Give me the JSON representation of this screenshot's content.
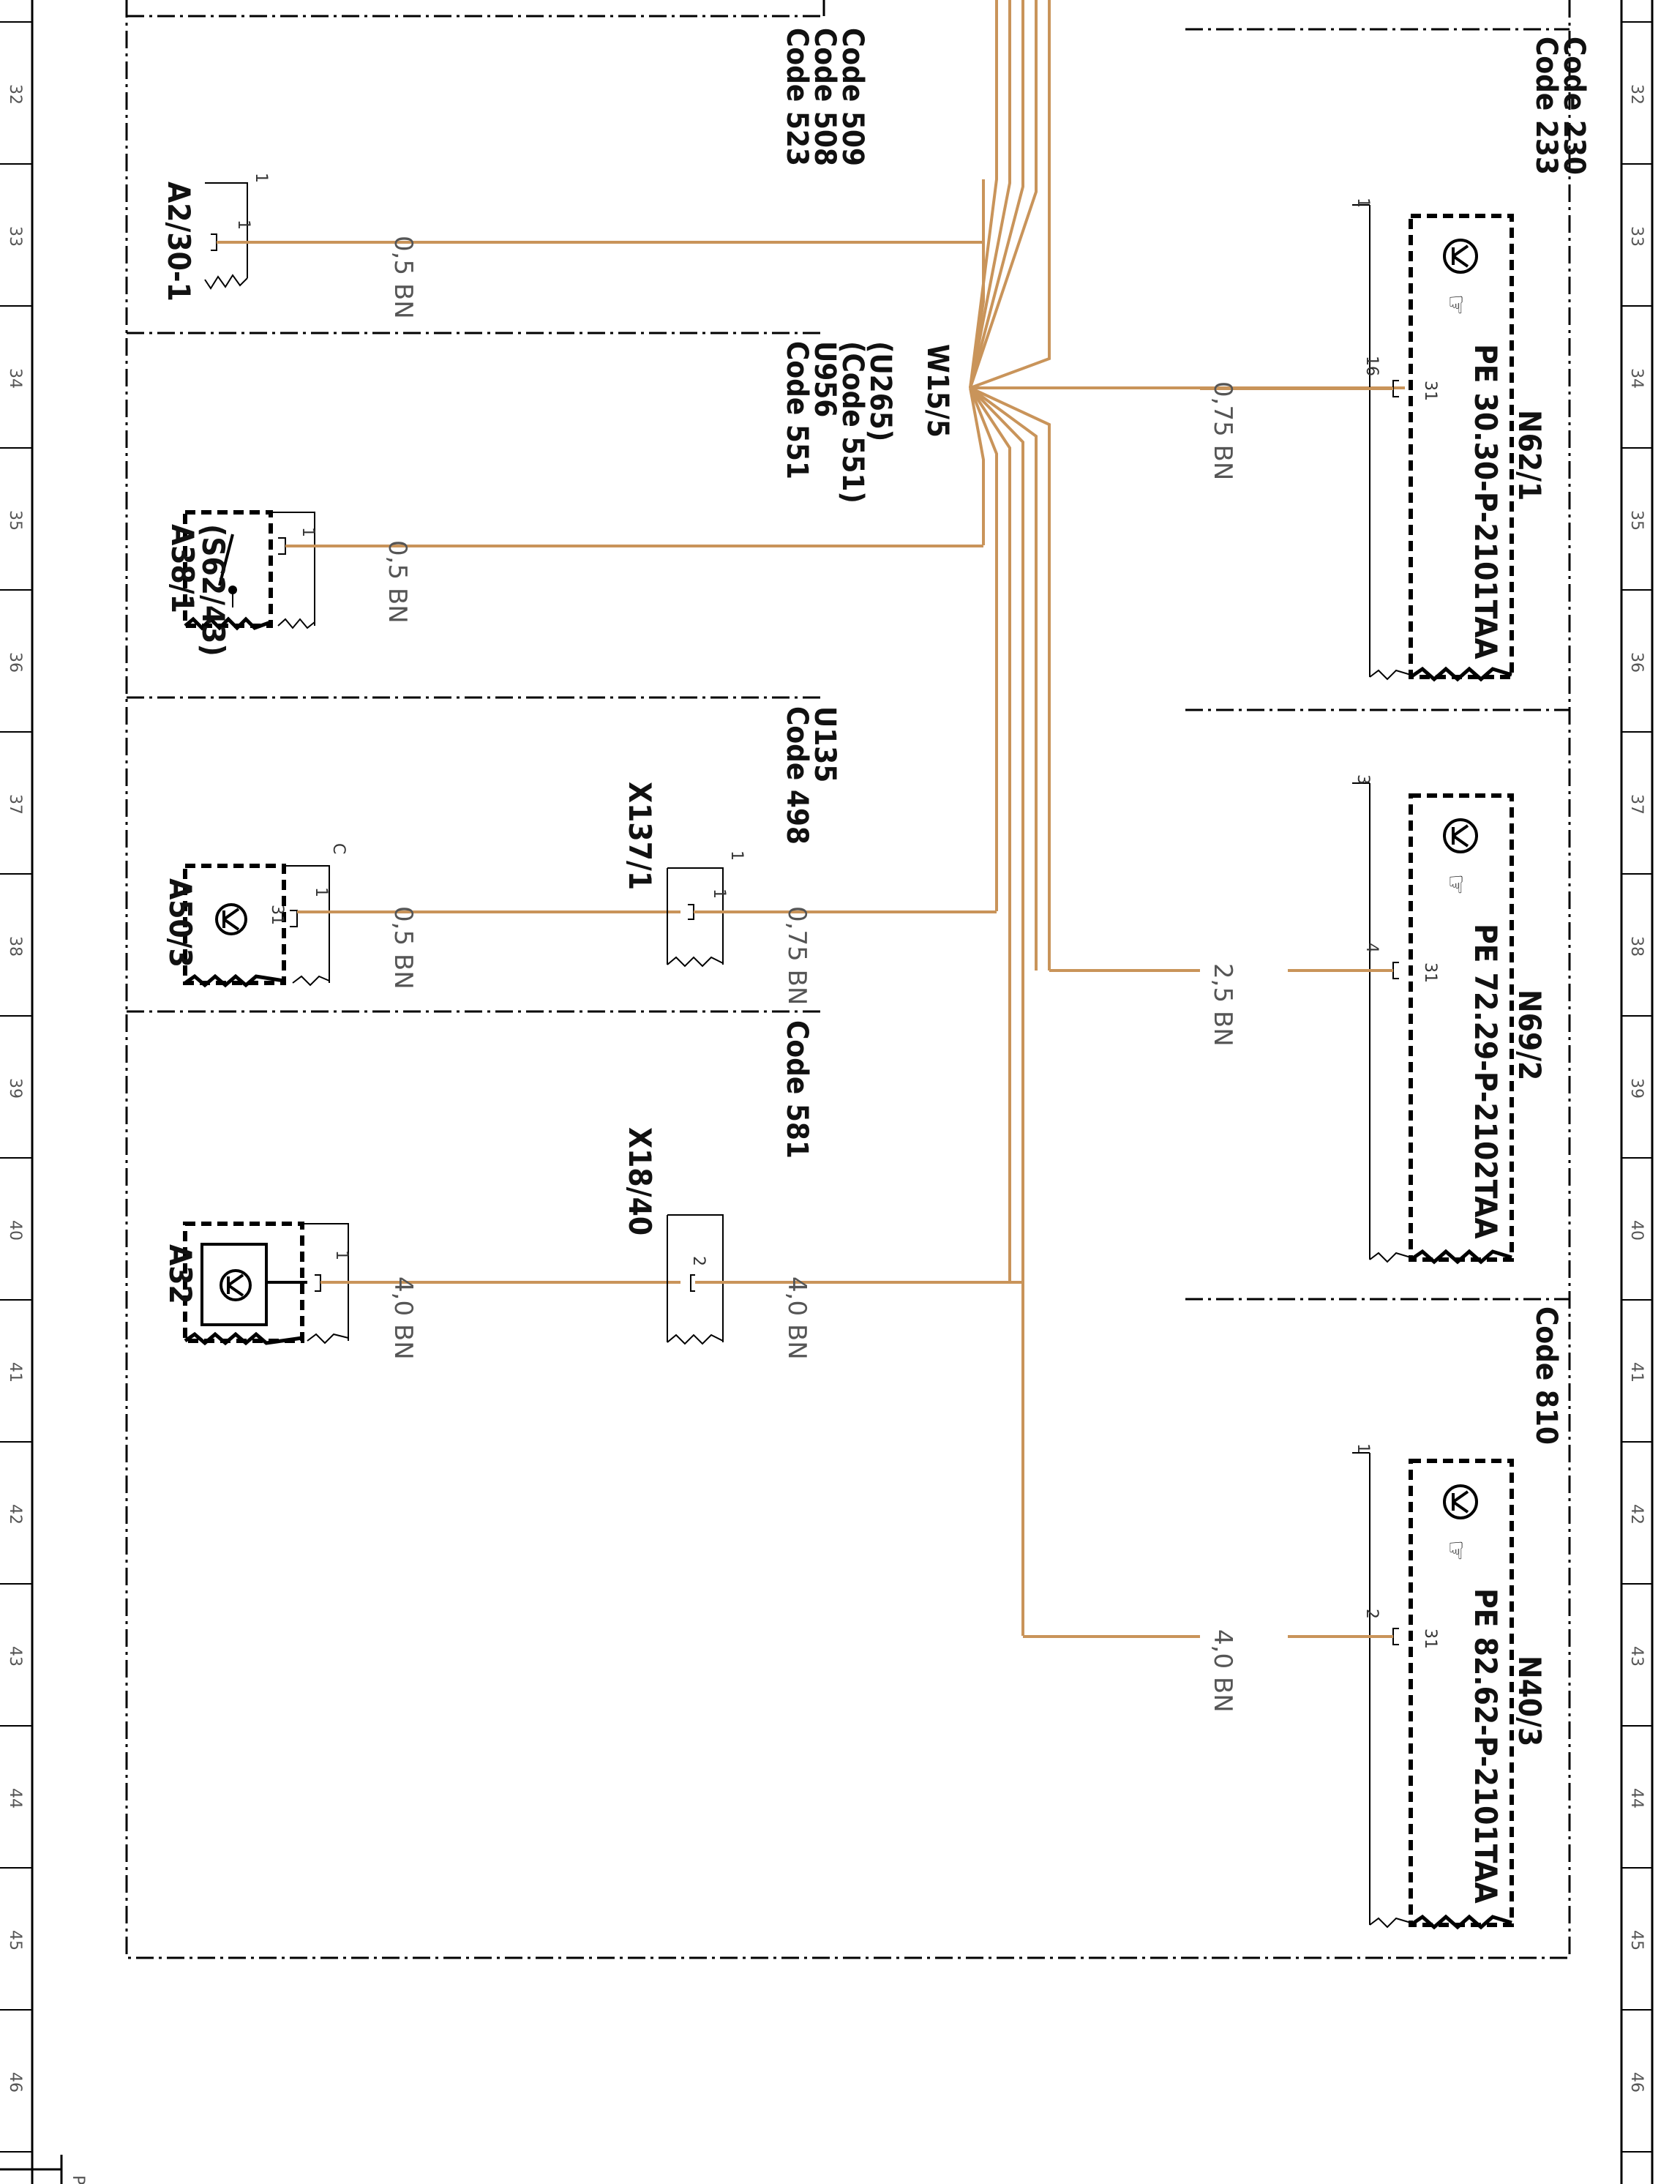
{
  "grid_numbers": [
    "32",
    "33",
    "34",
    "35",
    "36",
    "37",
    "38",
    "39",
    "40",
    "41",
    "42",
    "43",
    "44",
    "45",
    "46"
  ],
  "corner_label": "PE",
  "codes": {
    "top_left": [
      "Code 523",
      "Code 508",
      "Code 509"
    ],
    "s62_group": [
      "Code 551",
      "U956",
      "(Code 551)",
      "(U265)"
    ],
    "a50_group": [
      "Code 498",
      "U135"
    ],
    "a32_group": [
      "Code 581"
    ],
    "right_top": [
      "Code 233",
      "Code 230"
    ],
    "right_bottom": [
      "Code 810"
    ]
  },
  "components": {
    "a2_30_1": "A2/30-1",
    "a38_1": [
      "A38/1",
      "(S62/43)"
    ],
    "a50_3": "A50/3",
    "a32": "A32",
    "x137_1": "X137/1",
    "x18_40": "X18/40",
    "w15_5": "W15/5",
    "n62_1": {
      "name": "N62/1",
      "pe": "PE 30.30-P-2101TAA"
    },
    "n69_2": {
      "name": "N69/2",
      "pe": "PE 72.29-P-2102TAA"
    },
    "n40_3": {
      "name": "N40/3",
      "pe": "PE 82.62-P-2101TAA"
    }
  },
  "wires": {
    "a2_wire": "0,5 BN",
    "a38_wire": "0,5 BN",
    "a50_wire": "0,5 BN",
    "x137_wire": "0,75 BN",
    "a32_wire": "4,0 BN",
    "x18_wire": "4,0 BN",
    "n62_wire": "0,75 BN",
    "n69_wire": "2,5 BN",
    "n40_wire": "4,0 BN"
  },
  "pins": {
    "a2": [
      "1",
      "1"
    ],
    "a38": [
      "1"
    ],
    "a50": [
      "C",
      "1",
      "31"
    ],
    "x137": [
      "1",
      "1"
    ],
    "a32": [
      "1"
    ],
    "x18": [
      "2"
    ],
    "n62": [
      "1",
      "16",
      "31"
    ],
    "n69": [
      "3",
      "4",
      "31"
    ],
    "n40": [
      "1",
      "2",
      "31"
    ]
  },
  "colors": {
    "wire_brown": "#c9945a"
  }
}
